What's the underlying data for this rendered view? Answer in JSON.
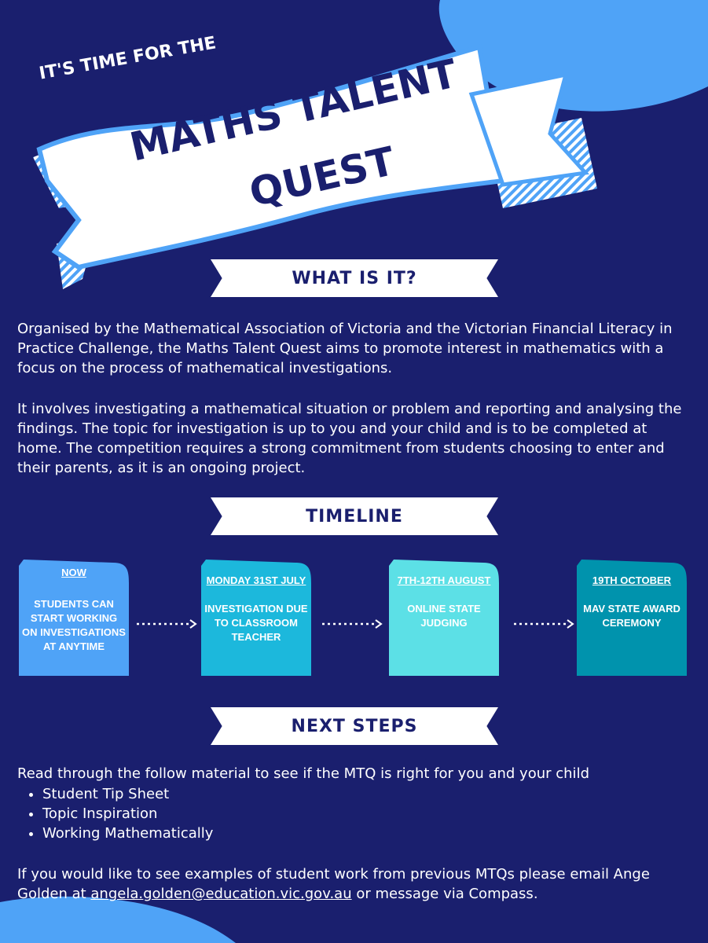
{
  "header": {
    "kicker": "IT'S TIME FOR THE",
    "title_line1": "MATHS TALENT",
    "title_line2": "QUEST"
  },
  "what_is_it": {
    "heading": "WHAT IS IT?",
    "para1": "Organised by the Mathematical Association of Victoria and the Victorian Financial Literacy in Practice Challenge, the Maths Talent Quest aims to promote interest in mathematics with a focus on the process of mathematical investigations.",
    "para2": "It involves investigating a mathematical situation or problem and reporting and analysing the findings. The topic for investigation is up to you and your child and is to be completed at home. The competition requires a strong commitment from students choosing to enter and their parents, as it is an ongoing project."
  },
  "timeline": {
    "heading": "TIMELINE",
    "items": [
      {
        "date": "NOW",
        "text": "STUDENTS CAN START WORKING ON INVESTIGATIONS AT ANYTIME",
        "color": "#4fa3f7"
      },
      {
        "date": "MONDAY 31ST JULY",
        "text": "INVESTIGATION DUE TO CLASSROOM TEACHER",
        "color": "#1cb8dc"
      },
      {
        "date": "7TH-12TH AUGUST",
        "text": "ONLINE STATE JUDGING",
        "color": "#5ce0e6"
      },
      {
        "date": "19TH OCTOBER",
        "text": "MAV STATE AWARD CEREMONY",
        "color": "#0093ad"
      }
    ]
  },
  "next_steps": {
    "heading": "NEXT STEPS",
    "intro": "Read through the follow material to see if the MTQ is right for you and your child",
    "items": [
      "Student Tip Sheet",
      "Topic Inspiration",
      "Working Mathematically"
    ],
    "contact_before": "If you would like to see examples of student work from previous MTQs please email Ange Golden at ",
    "contact_email": "angela.golden@education.vic.gov.au",
    "contact_after": " or message via Compass."
  },
  "colors": {
    "background": "#1a1f6e",
    "accent": "#4fa3f7",
    "banner": "#ffffff"
  }
}
